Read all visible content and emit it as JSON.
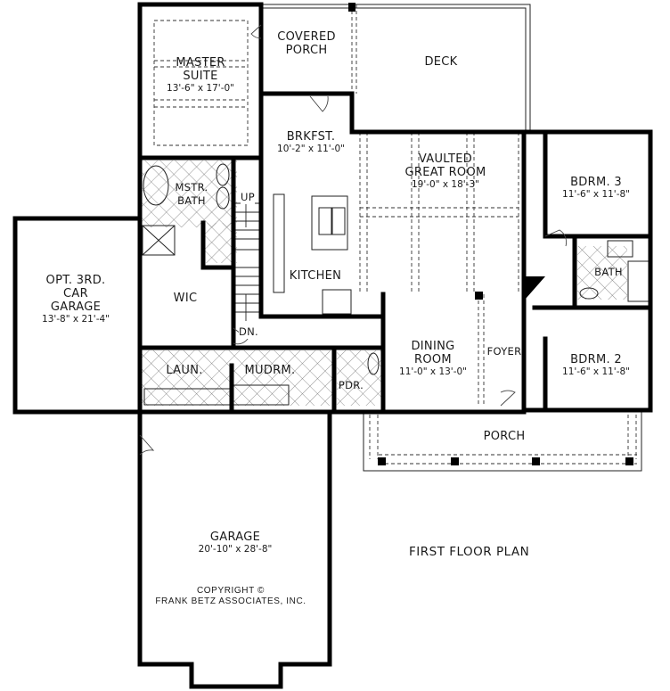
{
  "plan": {
    "title": "FIRST FLOOR PLAN",
    "copyright_line1": "COPYRIGHT ©",
    "copyright_line2": "FRANK BETZ ASSOCIATES, INC.",
    "wall_color": "#000000",
    "hatch_color": "#555555"
  },
  "rooms": {
    "master_suite": {
      "name": "MASTER SUITE",
      "line1": "MASTER",
      "line2": "SUITE",
      "dim": "13'-6\" x 17'-0\""
    },
    "covered_porch": {
      "name": "COVERED PORCH",
      "line1": "COVERED",
      "line2": "PORCH"
    },
    "deck": {
      "name": "DECK"
    },
    "brkfst": {
      "name": "BRKFST.",
      "dim": "10'-2\" x 11'-0\""
    },
    "great_room": {
      "line1": "VAULTED",
      "line2": "GREAT ROOM",
      "dim": "19'-0\" x 18'-3\""
    },
    "bdrm3": {
      "name": "BDRM. 3",
      "dim": "11'-6\" x 11'-8\""
    },
    "mstr_bath": {
      "line1": "MSTR.",
      "line2": "BATH"
    },
    "stairs_up": {
      "name": "UP"
    },
    "stairs_dn": {
      "name": "DN."
    },
    "kitchen": {
      "name": "KITCHEN"
    },
    "bath": {
      "name": "BATH"
    },
    "opt_garage": {
      "line1": "OPT. 3RD.",
      "line2": "CAR",
      "line3": "GARAGE",
      "dim": "13'-8\" x 21'-4\""
    },
    "wic": {
      "name": "WIC"
    },
    "laun": {
      "name": "LAUN."
    },
    "mudrm": {
      "name": "MUDRM."
    },
    "pdr": {
      "name": "PDR."
    },
    "dining": {
      "line1": "DINING",
      "line2": "ROOM",
      "dim": "11'-0\" x 13'-0\""
    },
    "foyer": {
      "name": "FOYER"
    },
    "bdrm2": {
      "name": "BDRM. 2",
      "dim": "11'-6\" x 11'-8\""
    },
    "porch": {
      "name": "PORCH"
    },
    "garage": {
      "name": "GARAGE",
      "dim": "20'-10\" x 28'-8\""
    }
  }
}
